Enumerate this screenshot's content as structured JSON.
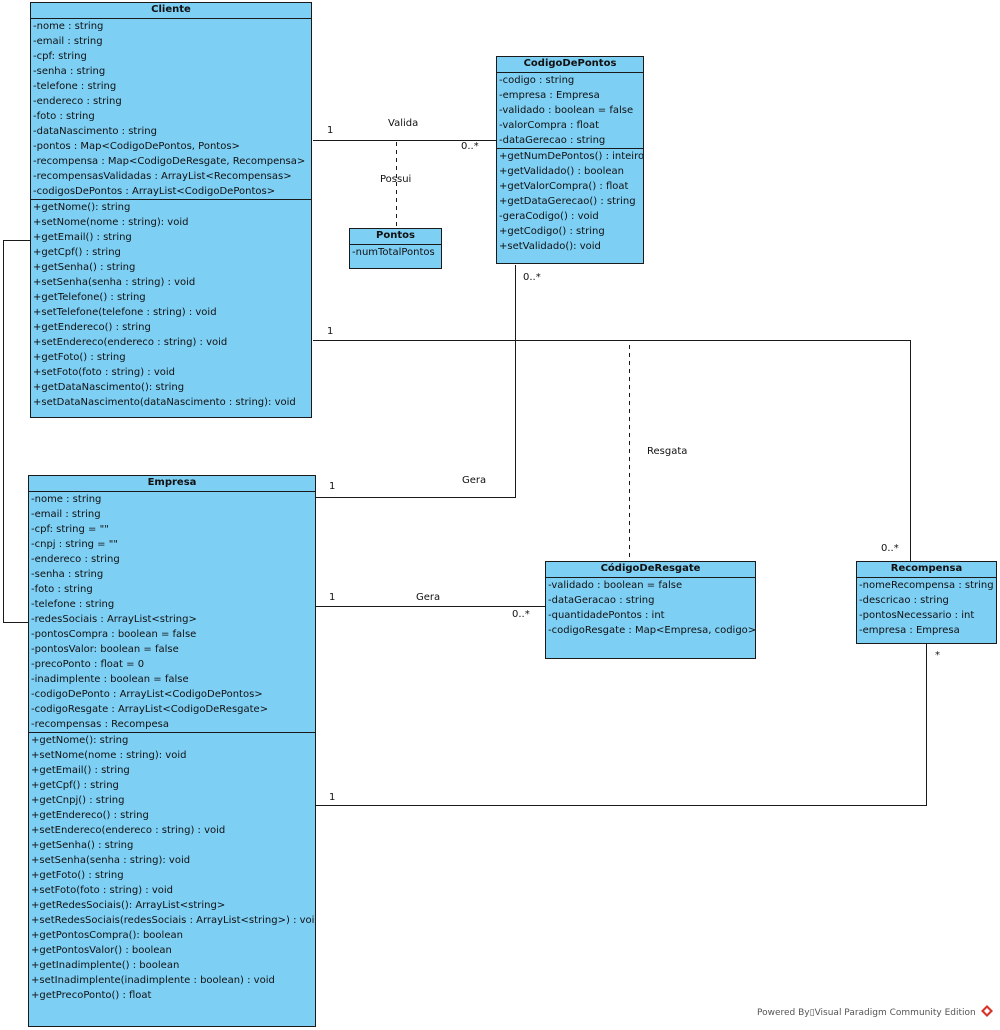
{
  "classes": {
    "cliente": {
      "name": "Cliente",
      "attributes": [
        "-nome : string",
        "-email : string",
        "-cpf: string",
        "-senha : string",
        "-telefone : string",
        "-endereco : string",
        "-foto : string",
        "-dataNascimento : string",
        "-pontos : Map<CodigoDePontos, Pontos>",
        "-recompensa : Map<CodigoDeResgate, Recompensa>",
        "-recompensasValidadas : ArrayList<Recompensas>",
        "-codigosDePontos : ArrayList<CodigoDePontos>"
      ],
      "methods": [
        "+getNome(): string",
        "+setNome(nome : string): void",
        "+getEmail() : string",
        "+getCpf() : string",
        "+getSenha() : string",
        "+setSenha(senha : string) : void",
        "+getTelefone() : string",
        "+setTelefone(telefone : string) : void",
        "+getEndereco() : string",
        "+setEndereco(endereco : string) : void",
        "+getFoto() : string",
        "+setFoto(foto : string) : void",
        "+getDataNascimento(): string",
        "+setDataNascimento(dataNascimento : string): void"
      ]
    },
    "codigoDePontos": {
      "name": "CodigoDePontos",
      "attributes": [
        "-codigo : string",
        "-empresa : Empresa",
        "-validado : boolean = false",
        "-valorCompra : float",
        "-dataGerecao : string"
      ],
      "methods": [
        "+getNumDePontos() : inteiro",
        "+getValidado() : boolean",
        "+getValorCompra() : float",
        "+getDataGerecao() : string",
        "-geraCodigo() : void",
        "+getCodigo() : string",
        "+setValidado(): void"
      ]
    },
    "pontos": {
      "name": "Pontos",
      "attributes": [
        "-numTotalPontos"
      ]
    },
    "empresa": {
      "name": "Empresa",
      "attributes": [
        "-nome : string",
        "-email : string",
        "-cpf: string = \"\"",
        "-cnpj : string = \"\"",
        "-endereco : string",
        "-senha : string",
        "-foto : string",
        "-telefone : string",
        "-redesSociais : ArrayList<string>",
        "-pontosCompra : boolean = false",
        "-pontosValor: boolean = false",
        "-precoPonto : float = 0",
        "-inadimplente : boolean = false",
        "-codigoDePonto : ArrayList<CodigoDePontos>",
        "-codigoResgate : ArrayList<CodigoDeResgate>",
        "-recompensas : Recompesa"
      ],
      "methods": [
        "+getNome(): string",
        "+setNome(nome : string): void",
        "+getEmail() : string",
        "+getCpf() : string",
        "+getCnpj() : string",
        "+getEndereco() : string",
        "+setEndereco(endereco : string) : void",
        "+getSenha() : string",
        "+setSenha(senha : string): void",
        "+getFoto() : string",
        "+setFoto(foto : string) : void",
        "+getRedesSociais(): ArrayList<string>",
        "+setRedesSociais(redesSociais : ArrayList<string>) : void",
        "+getPontosCompra(): boolean",
        "+getPontosValor() : boolean",
        "+getInadimplente() : boolean",
        "+setInadimplente(inadimplente : boolean) : void",
        "+getPrecoPonto() : float"
      ]
    },
    "codigoDeResgate": {
      "name": "CódigoDeResgate",
      "attributes": [
        "-validado : boolean = false",
        "-dataGeracao : string",
        "-quantidadePontos : int",
        "-codigoResgate : Map<Empresa, codigo>"
      ]
    },
    "recompensa": {
      "name": "Recompensa",
      "attributes": [
        "-nomeRecompensa : string",
        "-descricao : string",
        "-pontosNecessario : int",
        "-empresa : Empresa"
      ]
    }
  },
  "associations": {
    "valida": {
      "label": "Valida",
      "end1": "1",
      "end2": "0..*"
    },
    "possui": {
      "label": "Possui"
    },
    "cliente_recompensa": {
      "end1": "1",
      "end2": "0..*"
    },
    "empresa_codigoDePontos": {
      "label": "Gera",
      "end1": "1",
      "end2": "0..*"
    },
    "empresa_codigoDeResgate": {
      "label": "Gera",
      "end1": "1",
      "end2": "0..*"
    },
    "resgata": {
      "label": "Resgata"
    },
    "empresa_recompensa": {
      "end1": "1",
      "end2": "*"
    }
  },
  "footer": {
    "text": "Powered By▯Visual Paradigm Community Edition"
  },
  "colors": {
    "class_fill": "#7ecff4",
    "line": "#1a1a1a"
  }
}
